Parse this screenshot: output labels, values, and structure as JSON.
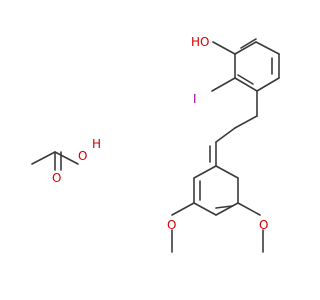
{
  "structure": {
    "atom_labels": {
      "hydroxyl_phenol": "HO",
      "iodine": "I",
      "acid_oxygen_single": "O",
      "acid_hydroxyl_h": "H",
      "acid_oxygen_double": "O",
      "methoxy_left_oxygen": "O",
      "methoxy_right_oxygen": "O"
    },
    "colors": {
      "bond": "#3a3a3a",
      "oxygen": "#d40000",
      "iodine": "#940094",
      "background": "#ffffff"
    }
  }
}
